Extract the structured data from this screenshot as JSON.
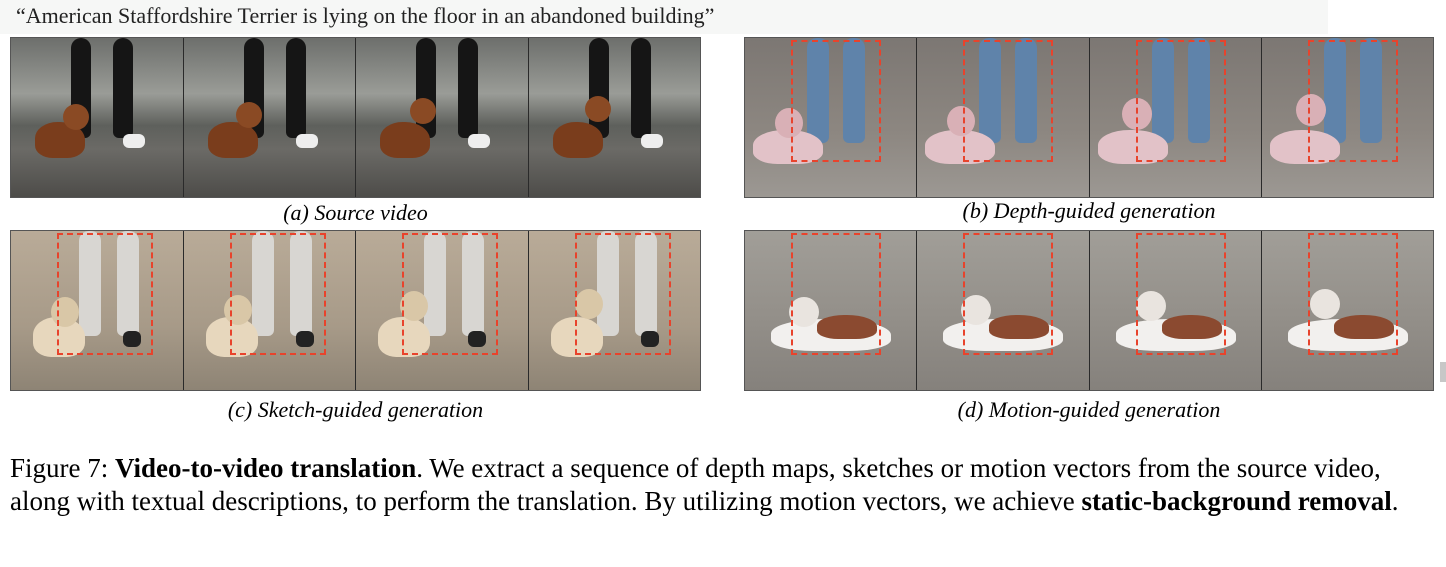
{
  "prompt": "“American Staffordshire Terrier is lying on the floor in an abandoned building”",
  "panels": [
    {
      "id": "a",
      "caption": "(a) Source video"
    },
    {
      "id": "b",
      "caption": "(b) Depth-guided generation"
    },
    {
      "id": "c",
      "caption": "(c) Sketch-guided generation"
    },
    {
      "id": "d",
      "caption": "(d) Motion-guided generation"
    }
  ],
  "figure_caption": {
    "label": "Figure 7:",
    "title": "Video-to-video translation",
    "body": ". We extract a sequence of depth maps, sketches or motion vectors from the source video, along with textual descriptions, to perform the translation. By utilizing motion vectors, we achieve ",
    "emphasis": "static-background removal",
    "end": "."
  },
  "colors": {
    "dashed_box": "#e8432c"
  }
}
